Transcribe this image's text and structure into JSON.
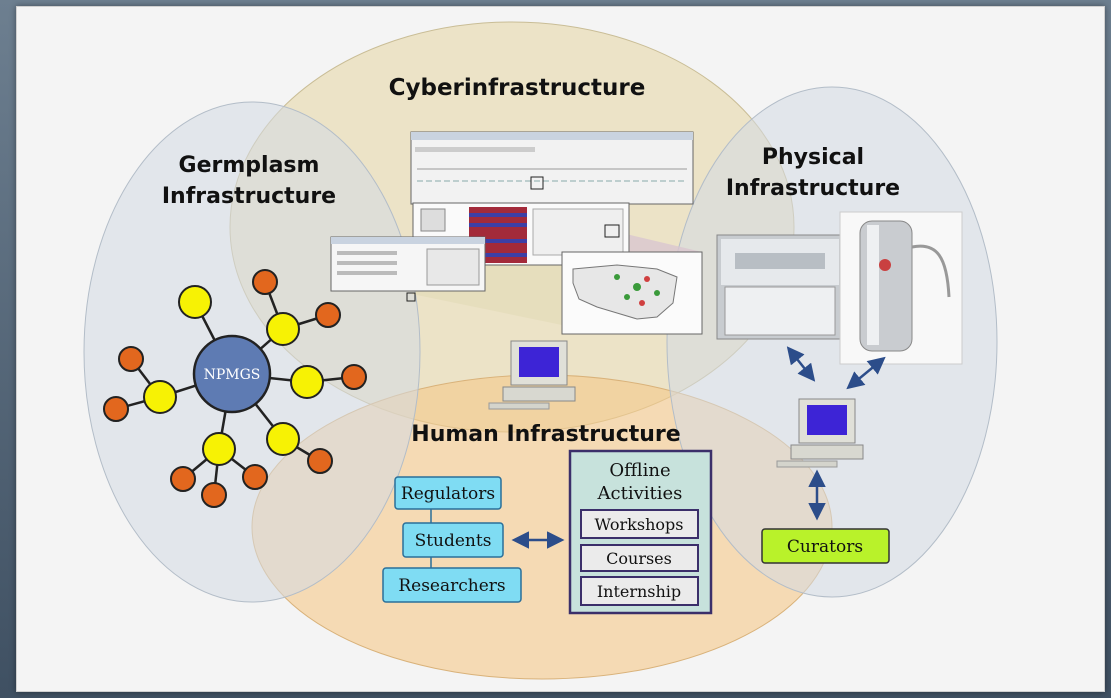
{
  "regions": {
    "cyber": "Cyberinfrastructure",
    "germplasm_line1": "Germplasm",
    "germplasm_line2": "Infrastructure",
    "physical_line1": "Physical",
    "physical_line2": "Infrastructure",
    "human": "Human Infrastructure"
  },
  "network": {
    "hub": "NPMGS"
  },
  "human_roles": [
    "Regulators",
    "Students",
    "Researchers"
  ],
  "offline": {
    "title_line1": "Offline",
    "title_line2": "Activities",
    "items": [
      "Workshops",
      "Courses",
      "Internship"
    ]
  },
  "curators": "Curators",
  "colors": {
    "hub": "#5e7bb3",
    "node_yellow": "#f7f204",
    "node_orange": "#e2671e",
    "role_box": "#7fdcf3",
    "offline_box": "#c7e2dc",
    "curators_box": "#b9f22a",
    "arrow": "#2c4d8a"
  }
}
